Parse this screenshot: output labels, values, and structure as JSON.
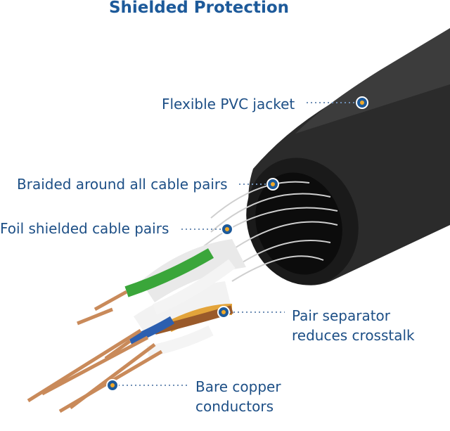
{
  "title": "Shielded Protection",
  "labels": {
    "jacket": "Flexible PVC jacket",
    "braid": "Braided around all cable pairs",
    "foil": "Foil shielded cable pairs",
    "separator_line1": "Pair separator",
    "separator_line2": "reduces crosstalk",
    "copper_line1": "Bare copper",
    "copper_line2": "conductors"
  },
  "colors": {
    "text": "#1d4f86",
    "marker_ring": "#1d5a9a",
    "marker_center": "#f0a92a",
    "jacket": "#2a2a2a",
    "pair_green": "#3aa63a",
    "pair_orange": "#e3a43a",
    "pair_brown": "#9a5a2a",
    "pair_blue": "#2c5fb0",
    "copper": "#c98a5a"
  }
}
